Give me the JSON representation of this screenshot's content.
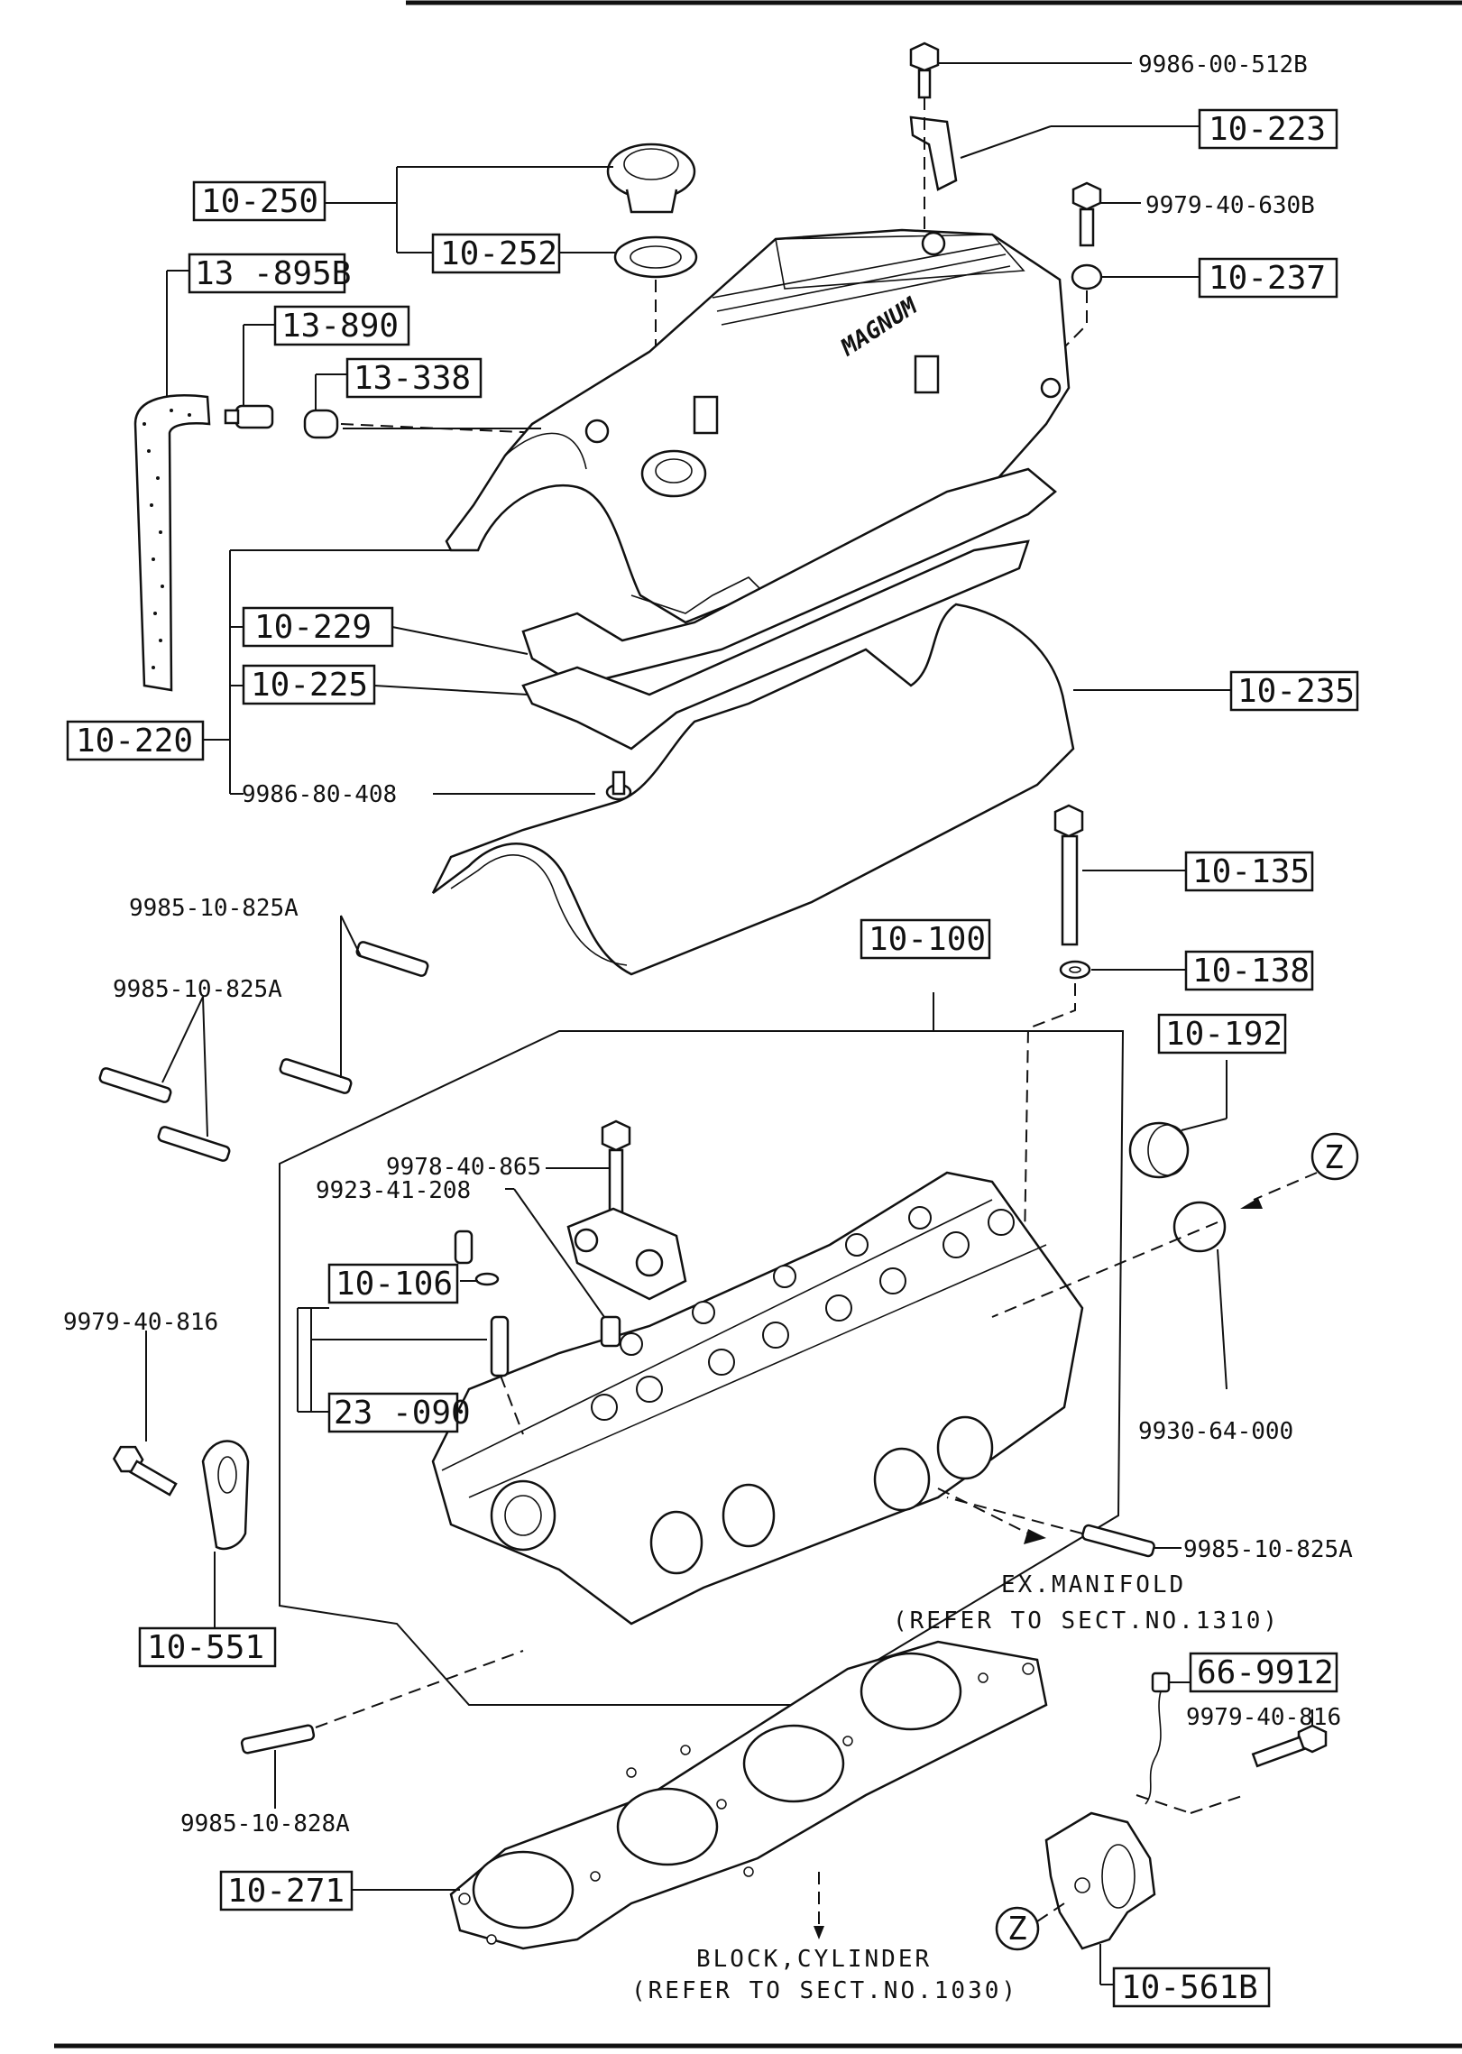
{
  "boxed_labels": {
    "b10_223": "10-223",
    "b10_250": "10-250",
    "b10_252": "10-252",
    "b13_895b": "13 -895B",
    "b13_890": "13-890",
    "b13_338": "13-338",
    "b10_237": "10-237",
    "b10_229": "10-229",
    "b10_225": "10-225",
    "b10_220": "10-220",
    "b10_235": "10-235",
    "b10_135": "10-135",
    "b10_100": "10-100",
    "b10_138": "10-138",
    "b10_192": "10-192",
    "b10_106": "10-106",
    "b23_090": "23 -090",
    "b10_551": "10-551",
    "b66_9912": "66-9912",
    "b10_271": "10-271",
    "b10_561b": "10-561B"
  },
  "plain_labels": {
    "p9986_00_512b": "9986-00-512B",
    "p9979_40_630b": "9979-40-630B",
    "p9986_80_408": "9986-80-408",
    "p9985_10_825a_1": "9985-10-825A",
    "p9985_10_825a_2": "9985-10-825A",
    "p9978_40_865": "9978-40-865",
    "p9923_41_208": "9923-41-208",
    "p9979_40_816_l": "9979-40-816",
    "p9930_64_000": "9930-64-000",
    "p9985_10_825a_3": "9985-10-825A",
    "p9979_40_816_r": "9979-40-816",
    "p9985_10_828a": "9985-10-828A",
    "ex_manifold": "EX.MANIFOLD",
    "ex_manifold_ref": "(REFER TO SECT.NO.1310)",
    "block_cyl": "BLOCK,CYLINDER",
    "block_cyl_ref": "(REFER TO SECT.NO.1030)",
    "z_top": "Z",
    "z_bottom": "Z",
    "cover_brand": "MAGNUM"
  }
}
